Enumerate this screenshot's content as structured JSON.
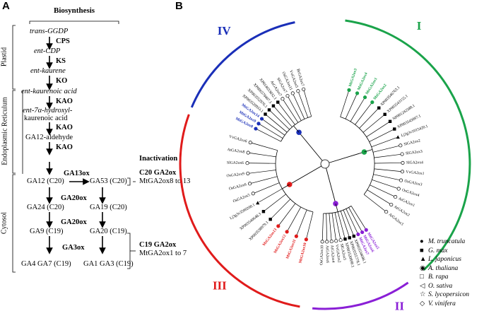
{
  "panel_a": {
    "label": "A",
    "header": "Biosynthesis",
    "compartments": [
      "Plastid",
      "Endoplasmic Reticulum",
      "Cytosol"
    ],
    "compounds": {
      "ggdp": "trans-GGDP",
      "cdp": "ent-CDP",
      "kaurene": "ent-kaurene",
      "kaurenoic": "ent-kaurenoic acid",
      "hydroxy_1": "ent-7α-hydroxyl-",
      "hydroxy_2": "kaurenoic acid",
      "aldehyde": "GA12-aldehyde",
      "ga12": "GA12 (C20)",
      "ga53": "GA53 (C20)",
      "ga24": "GA24 (C20)",
      "ga19": "GA19 (C20)",
      "ga9": "GA9 (C19)",
      "ga20": "GA20 (C19)",
      "ga4": "GA4 GA7 (C19)",
      "ga1": "GA1 GA3 (C19)"
    },
    "enzymes": {
      "cps": "CPS",
      "ks": "KS",
      "ko": "KO",
      "kao1": "KAO",
      "kao2": "KAO",
      "kao3": "KAO",
      "ga13ox": "GA13ox",
      "ga20ox1": "GA20ox",
      "ga20ox2": "GA20ox",
      "ga3ox": "GA3ox"
    },
    "inactivation": {
      "title": "Inactivation",
      "c20_title": "C20 GA2ox",
      "c20_desc": "MtGA2ox8 to 13",
      "c19_title": "C19 GA2ox",
      "c19_desc": "MtGA2ox1 to 7"
    }
  },
  "panel_b": {
    "label": "B",
    "clades": [
      {
        "id": "I",
        "color": "#1aa34a"
      },
      {
        "id": "II",
        "color": "#8a1fd6"
      },
      {
        "id": "III",
        "color": "#e01b1b"
      },
      {
        "id": "IV",
        "color": "#1a2fb8"
      }
    ],
    "legend": [
      {
        "marker": "●",
        "species": "M. truncatula"
      },
      {
        "marker": "■",
        "species": "G. max"
      },
      {
        "marker": "▲",
        "species": "L. japonicus"
      },
      {
        "marker": "◉",
        "species": "A. thaliana"
      },
      {
        "marker": "□",
        "species": "B. rapa"
      },
      {
        "marker": "◁",
        "species": "O. sativa"
      },
      {
        "marker": "☆",
        "species": "S. lycopersicon"
      },
      {
        "marker": "◇",
        "species": "V. vinifera"
      }
    ],
    "labels_clade_I": [
      "MtGA2ox3",
      "MtGA2ox4",
      "MtGA2ox1",
      "MtGA2ox2",
      "XP003546763.1",
      "XP003543155.1",
      "NP001242588.1",
      "XP003545897.1",
      "Lj3g3v1015420.1",
      "SlGA2ox2",
      "SlGA2ox3",
      "SlGA2ox4",
      "VvGA2ox1",
      "OsGA2ox3",
      "OsGA2ox4",
      "AtGA2ox1",
      "AtGA2ox2",
      "AtGA2ox3"
    ],
    "labels_clade_II": [
      "MtGA2ox5",
      "MtGA2ox6",
      "MtGA2ox7",
      "XP003534686.1",
      "XP003555778.1",
      "XP003520898.1",
      "SlGA2ox5",
      "VvGA2ox2",
      "AtGA2ox4",
      "AtGA2ox6",
      "OsGA2ox10"
    ],
    "labels_clade_III": [
      "MtGA2ox10",
      "MtGA2ox11",
      "MtGA2ox12",
      "MtGA2ox13",
      "XP003538979.1",
      "XP003540648.3",
      "Lj3g3v3590200.1",
      "OsGA2ox5",
      "OsGA2ox6",
      "OsGA2ox9",
      "SlGA2ox6",
      "AtGA2ox8",
      "VvGA2ox6"
    ],
    "labels_clade_IV": [
      "MtGA2ox8",
      "MtGA2ox9",
      "MtGA2ox14",
      "XP003520933.1",
      "XP003552976.1",
      "XP006578407.1",
      "XP014633032.1",
      "AtGA2ox7",
      "SlGA2ox7",
      "OsGA2ox11",
      "VvGA2ox5",
      "BrGA2ox7"
    ]
  }
}
